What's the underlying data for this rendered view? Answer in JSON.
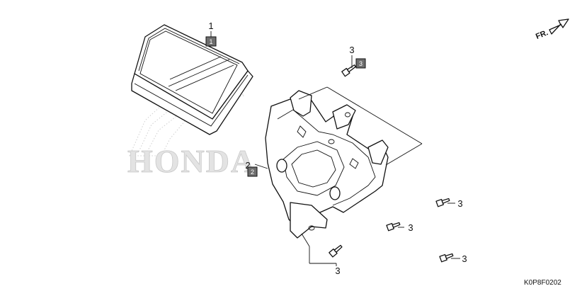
{
  "watermark": {
    "brand": "HONDA"
  },
  "direction": {
    "label": "FR.",
    "icon": "arrow-icon"
  },
  "drawing_code": "K0P8F0202",
  "callouts": [
    {
      "id": "c1",
      "number": "1",
      "box": "1"
    },
    {
      "id": "c2",
      "number": "2",
      "box": "2"
    },
    {
      "id": "c3top",
      "number": "3",
      "box": "3"
    },
    {
      "id": "c3a",
      "number": "3"
    },
    {
      "id": "c3b",
      "number": "3"
    },
    {
      "id": "c3c",
      "number": "3"
    },
    {
      "id": "c3d",
      "number": "3"
    }
  ],
  "colors": {
    "line": "#111111",
    "box": "#6e6e6e",
    "watermark": "#e3e3e3"
  }
}
